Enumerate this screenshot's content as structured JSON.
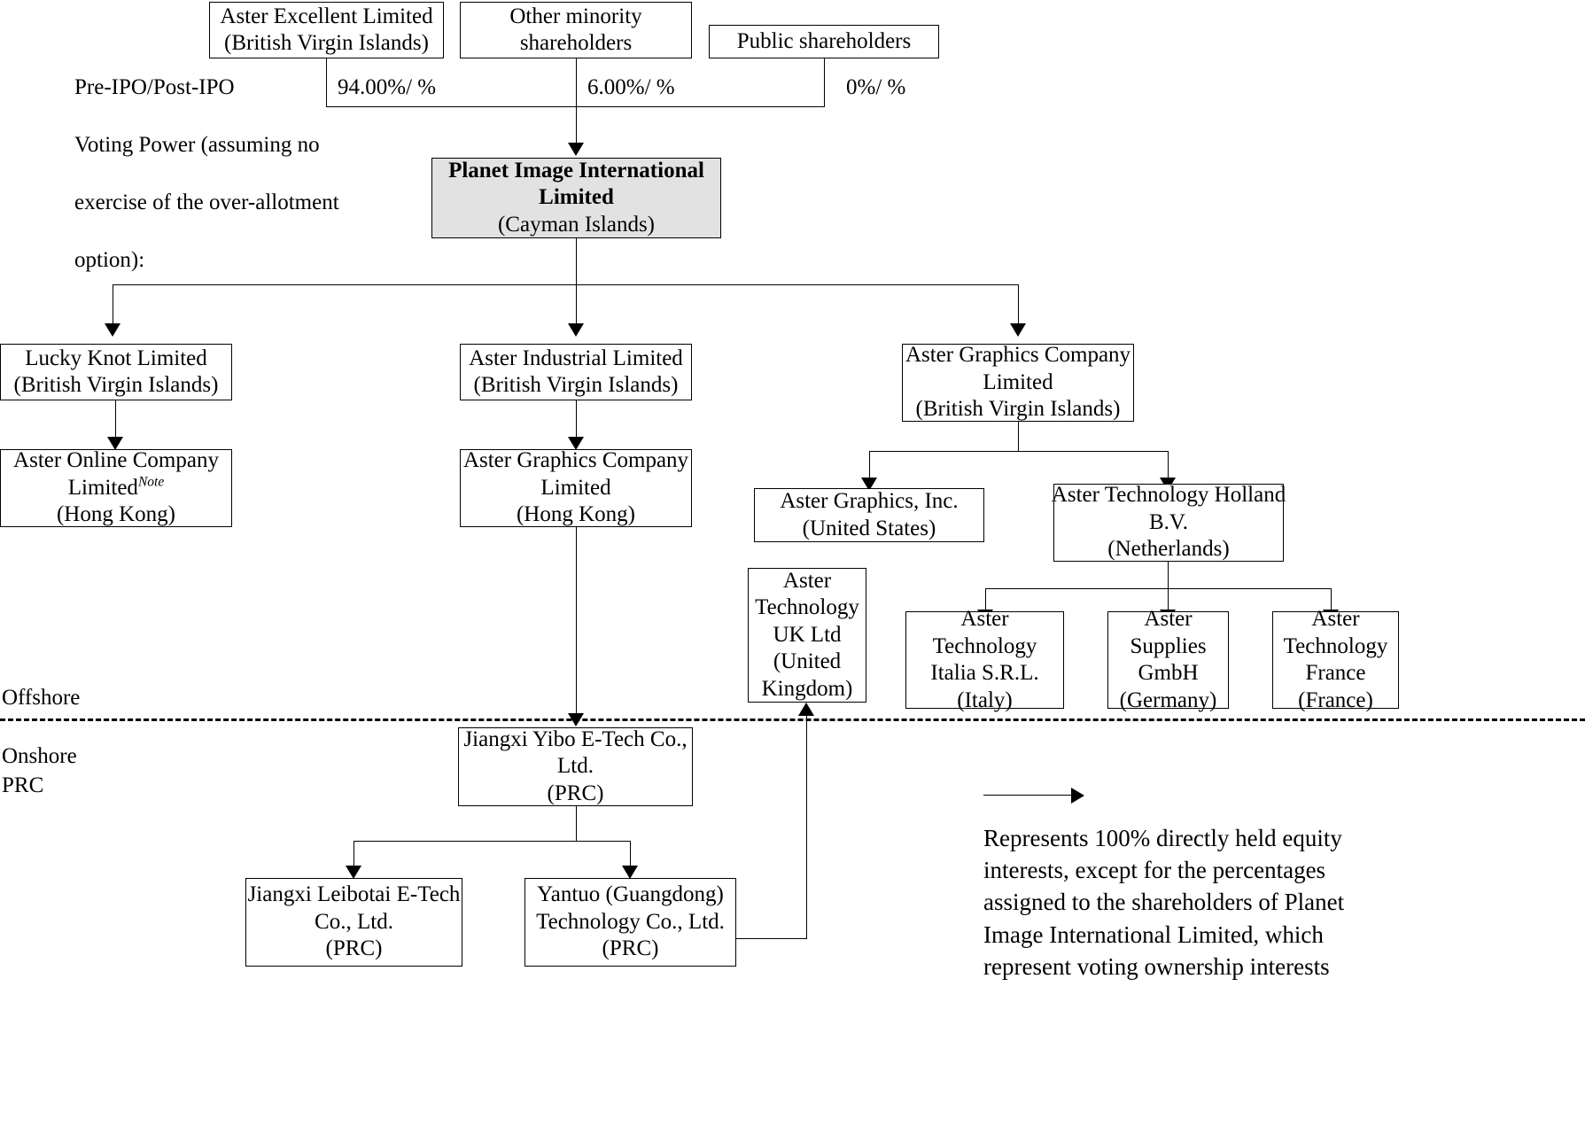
{
  "diagram": {
    "title_label": "Pre-IPO/Post-IPO Voting Power (assuming no exercise of the over-allotment option):",
    "voting_label_lines": [
      "Pre-IPO/Post-IPO",
      "Voting Power (assuming no",
      "exercise of the over-allotment",
      "option):"
    ],
    "region_labels": {
      "offshore": "Offshore",
      "onshore_line1": "Onshore",
      "onshore_line2": "PRC"
    },
    "ownership_percentages": {
      "aster_excellent": "94.00%/      %",
      "other_minority": "6.00%/      %",
      "public": "0%/      %"
    },
    "legend": {
      "arrow_icon": "right-arrow-icon",
      "text": "Represents 100% directly held equity interests, except for the percentages assigned to the shareholders of Planet Image International Limited, which represent voting ownership interests"
    },
    "colors": {
      "shaded_box_fill": "#e2e2e2",
      "line": "#000000",
      "background": "#ffffff"
    },
    "nodes": {
      "aster_excellent": {
        "lines": [
          "Aster Excellent Limited",
          "(British Virgin Islands)"
        ]
      },
      "other_minority": {
        "lines": [
          "Other minority",
          "shareholders"
        ]
      },
      "public_shareholders": {
        "lines": [
          "Public shareholders"
        ]
      },
      "planet_image": {
        "lines": [
          "Planet Image International",
          "Limited"
        ],
        "sub": "(Cayman Islands)"
      },
      "lucky_knot": {
        "lines": [
          "Lucky Knot Limited",
          "(British Virgin Islands)"
        ]
      },
      "aster_industrial": {
        "lines": [
          "Aster Industrial Limited",
          "(British Virgin Islands)"
        ]
      },
      "aster_graphics_bvi": {
        "lines": [
          "Aster Graphics Company",
          "Limited",
          "(British Virgin Islands)"
        ]
      },
      "aster_online": {
        "line1": "Aster Online Company",
        "line2_text": "Limited",
        "line2_note": "Note",
        "line3": "(Hong Kong)"
      },
      "aster_graphics_hk": {
        "lines": [
          "Aster Graphics Company",
          "Limited",
          "(Hong Kong)"
        ]
      },
      "aster_graphics_inc": {
        "lines": [
          "Aster Graphics, Inc.",
          "(United States)"
        ]
      },
      "aster_holland": {
        "lines": [
          "Aster Technology Holland",
          "B.V.",
          "(Netherlands)"
        ]
      },
      "aster_uk": {
        "lines": [
          "Aster",
          "Technology",
          "UK Ltd",
          "(United",
          "Kingdom)"
        ]
      },
      "aster_italia": {
        "lines": [
          "Aster",
          "Technology",
          "Italia S.R.L.",
          "(Italy)"
        ]
      },
      "aster_gmbh": {
        "lines": [
          "Aster",
          "Supplies",
          "GmbH",
          "(Germany)"
        ]
      },
      "aster_france": {
        "lines": [
          "Aster",
          "Technology",
          "France",
          "(France)"
        ]
      },
      "jiangxi_yibo": {
        "lines": [
          "Jiangxi Yibo E-Tech Co.,",
          "Ltd.",
          "(PRC)"
        ]
      },
      "jiangxi_leibotai": {
        "lines": [
          "Jiangxi Leibotai E-Tech",
          "Co., Ltd.",
          "(PRC)"
        ]
      },
      "yantuo": {
        "lines": [
          "Yantuo (Guangdong)",
          "Technology Co., Ltd.",
          "(PRC)"
        ]
      }
    }
  }
}
